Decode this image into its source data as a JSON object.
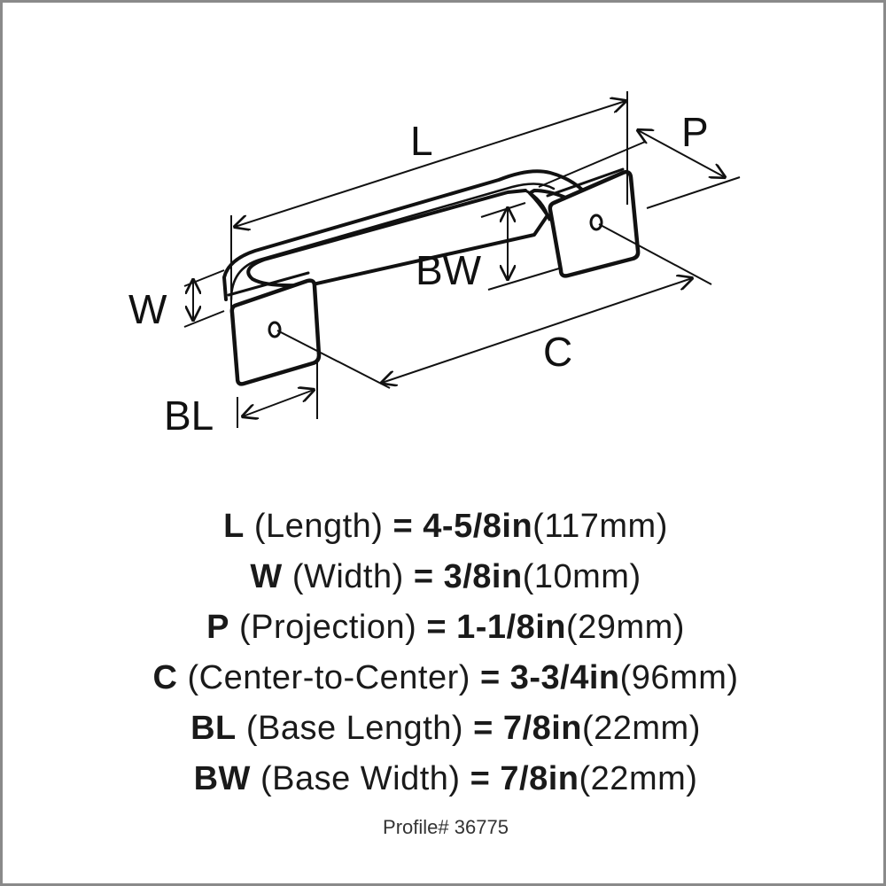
{
  "diagram": {
    "labels": {
      "L": "L",
      "P": "P",
      "W": "W",
      "BW": "BW",
      "C": "C",
      "BL": "BL"
    }
  },
  "specs": [
    {
      "code": "L",
      "name": "(Length)",
      "eq": "=",
      "imperial": "4-5/8in",
      "metric": "(117mm)"
    },
    {
      "code": "W",
      "name": "(Width)",
      "eq": "=",
      "imperial": "3/8in",
      "metric": "(10mm)"
    },
    {
      "code": "P",
      "name": "(Projection)",
      "eq": "=",
      "imperial": "1-1/8in",
      "metric": "(29mm)"
    },
    {
      "code": "C",
      "name": "(Center-to-Center)",
      "eq": "=",
      "imperial": "3-3/4in",
      "metric": "(96mm)"
    },
    {
      "code": "BL",
      "name": "(Base Length)",
      "eq": "=",
      "imperial": "7/8in",
      "metric": "(22mm)"
    },
    {
      "code": "BW",
      "name": "(Base Width)",
      "eq": "=",
      "imperial": "7/8in",
      "metric": "(22mm)"
    }
  ],
  "profile": "Profile# 36775"
}
